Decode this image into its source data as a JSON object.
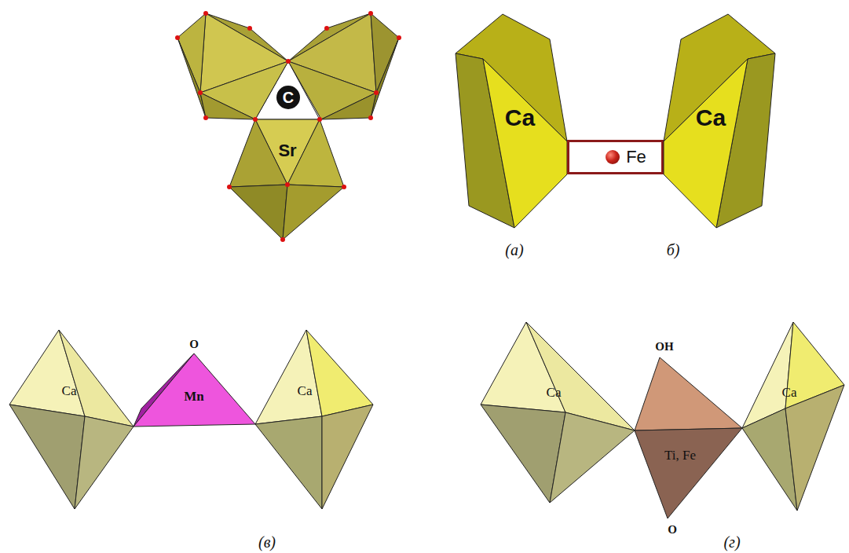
{
  "diagram": {
    "nodes": [
      {
        "text": [
          "C"
        ]
      },
      {
        "text": [
          "Sr"
        ]
      },
      {
        "text": [
          "Ca"
        ]
      },
      {
        "text": [
          "Fe"
        ]
      },
      {
        "text": [
          "Ca"
        ]
      },
      {
        "text": [
          "Ca"
        ]
      },
      {
        "text": [
          "Mn"
        ]
      },
      {
        "text": [
          "Ca"
        ]
      },
      {
        "text": [
          "Ca"
        ]
      },
      {
        "text": [
          "Ti, Fe"
        ]
      },
      {
        "text": [
          "Ca"
        ]
      }
    ],
    "labels": [
      "(а)",
      "б)",
      "O",
      "OH",
      "O",
      "(в)",
      "(г)"
    ]
  }
}
